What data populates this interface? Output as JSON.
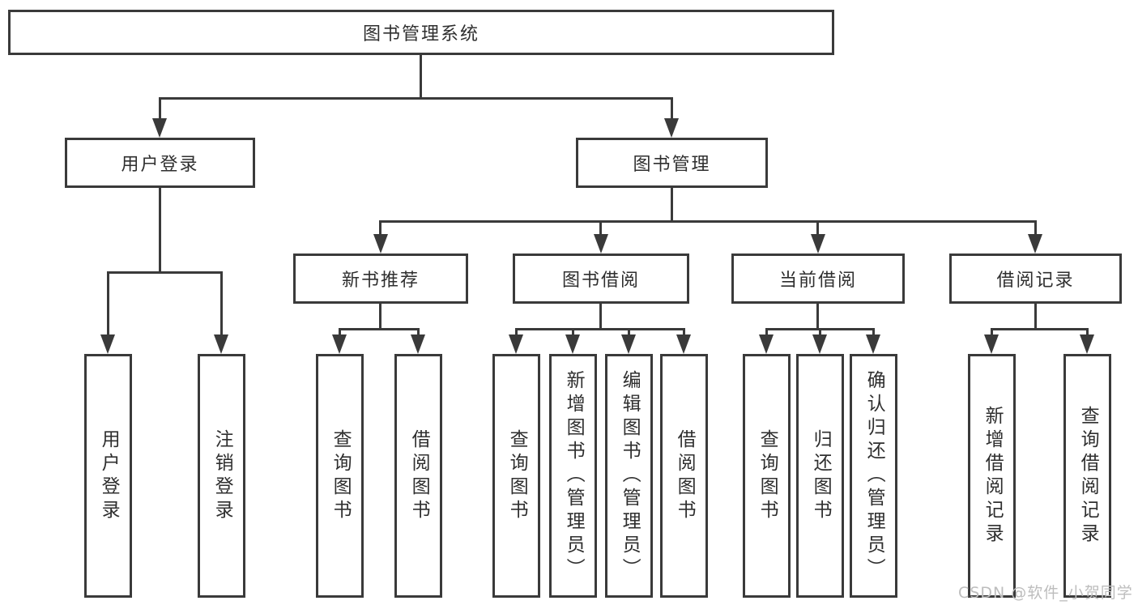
{
  "diagram": {
    "root": {
      "label": "图书管理系统"
    },
    "branches": [
      {
        "label": "用户登录",
        "children": [
          {
            "label": "用户登录"
          },
          {
            "label": "注销登录"
          }
        ]
      },
      {
        "label": "图书管理",
        "children": [
          {
            "label": "新书推荐",
            "children": [
              {
                "label": "查询图书"
              },
              {
                "label": "借阅图书"
              }
            ]
          },
          {
            "label": "图书借阅",
            "children": [
              {
                "label": "查询图书"
              },
              {
                "label": "新增图书（管理员）"
              },
              {
                "label": "编辑图书（管理员）"
              },
              {
                "label": "借阅图书"
              }
            ]
          },
          {
            "label": "当前借阅",
            "children": [
              {
                "label": "查询图书"
              },
              {
                "label": "归还图书"
              },
              {
                "label": "确认归还（管理员）"
              }
            ]
          },
          {
            "label": "借阅记录",
            "children": [
              {
                "label": "新增借阅记录"
              },
              {
                "label": "查询借阅记录"
              }
            ]
          }
        ]
      }
    ]
  },
  "watermark": {
    "label": "CSDN @软件_小贺同学"
  },
  "colors": {
    "line": "#3a3a3a",
    "text": "#2f2f2f",
    "background": "#ffffff",
    "watermark": "#bdbdbd"
  }
}
